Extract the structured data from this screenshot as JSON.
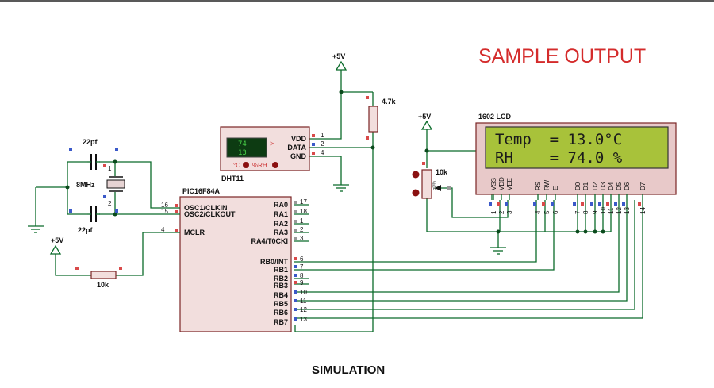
{
  "title": "SAMPLE OUTPUT",
  "caption": "SIMULATION",
  "mcu": {
    "name": "PIC16F84A",
    "left_pins": [
      {
        "num": "16",
        "label": "OSC1/CLKIN"
      },
      {
        "num": "15",
        "label": "OSC2/CLKOUT"
      },
      {
        "num": "4",
        "label": "MCLR"
      }
    ],
    "right_pins_a": [
      {
        "num": "17",
        "label": "RA0"
      },
      {
        "num": "18",
        "label": "RA1"
      },
      {
        "num": "1",
        "label": "RA2"
      },
      {
        "num": "2",
        "label": "RA3"
      },
      {
        "num": "3",
        "label": "RA4/T0CKI"
      }
    ],
    "right_pins_b": [
      {
        "num": "6",
        "label": "RB0/INT"
      },
      {
        "num": "7",
        "label": "RB1"
      },
      {
        "num": "8",
        "label": "RB2"
      },
      {
        "num": "9",
        "label": "RB3"
      },
      {
        "num": "10",
        "label": "RB4"
      },
      {
        "num": "11",
        "label": "RB5"
      },
      {
        "num": "12",
        "label": "RB6"
      },
      {
        "num": "13",
        "label": "RB7"
      }
    ]
  },
  "crystal": {
    "label": "8MHz",
    "pin1": "1",
    "pin2": "2"
  },
  "cap_top": "22pf",
  "cap_bottom": "22pf",
  "reset_resistor": "10k",
  "reset_supply": "+5V",
  "pullup": {
    "label": "4.7k",
    "supply": "+5V"
  },
  "dht": {
    "name": "DHT11",
    "temp_reading": "74",
    "hum_reading": "13",
    "unit_c": "°C",
    "unit_rh": "%RH",
    "arrow": ">",
    "pins": [
      {
        "num": "1",
        "label": "VDD"
      },
      {
        "num": "2",
        "label": "DATA"
      },
      {
        "num": "4",
        "label": "GND"
      }
    ]
  },
  "pot": {
    "label": "10k",
    "supply": "+5V",
    "percent": "50%"
  },
  "lcd": {
    "name": "1602 LCD",
    "line1": "Temp  = 13.0°C",
    "line2": "RH    = 74.0 %",
    "pin_labels": [
      "VSS",
      "VDD",
      "VEE",
      "RS",
      "RW",
      "E",
      "D0",
      "D1",
      "D2",
      "D3",
      "D4",
      "D5",
      "D6",
      "D7"
    ],
    "pin_numbers": [
      "1",
      "2",
      "3",
      "4",
      "5",
      "6",
      "7",
      "8",
      "9",
      "10",
      "11",
      "12",
      "13",
      "14"
    ]
  }
}
